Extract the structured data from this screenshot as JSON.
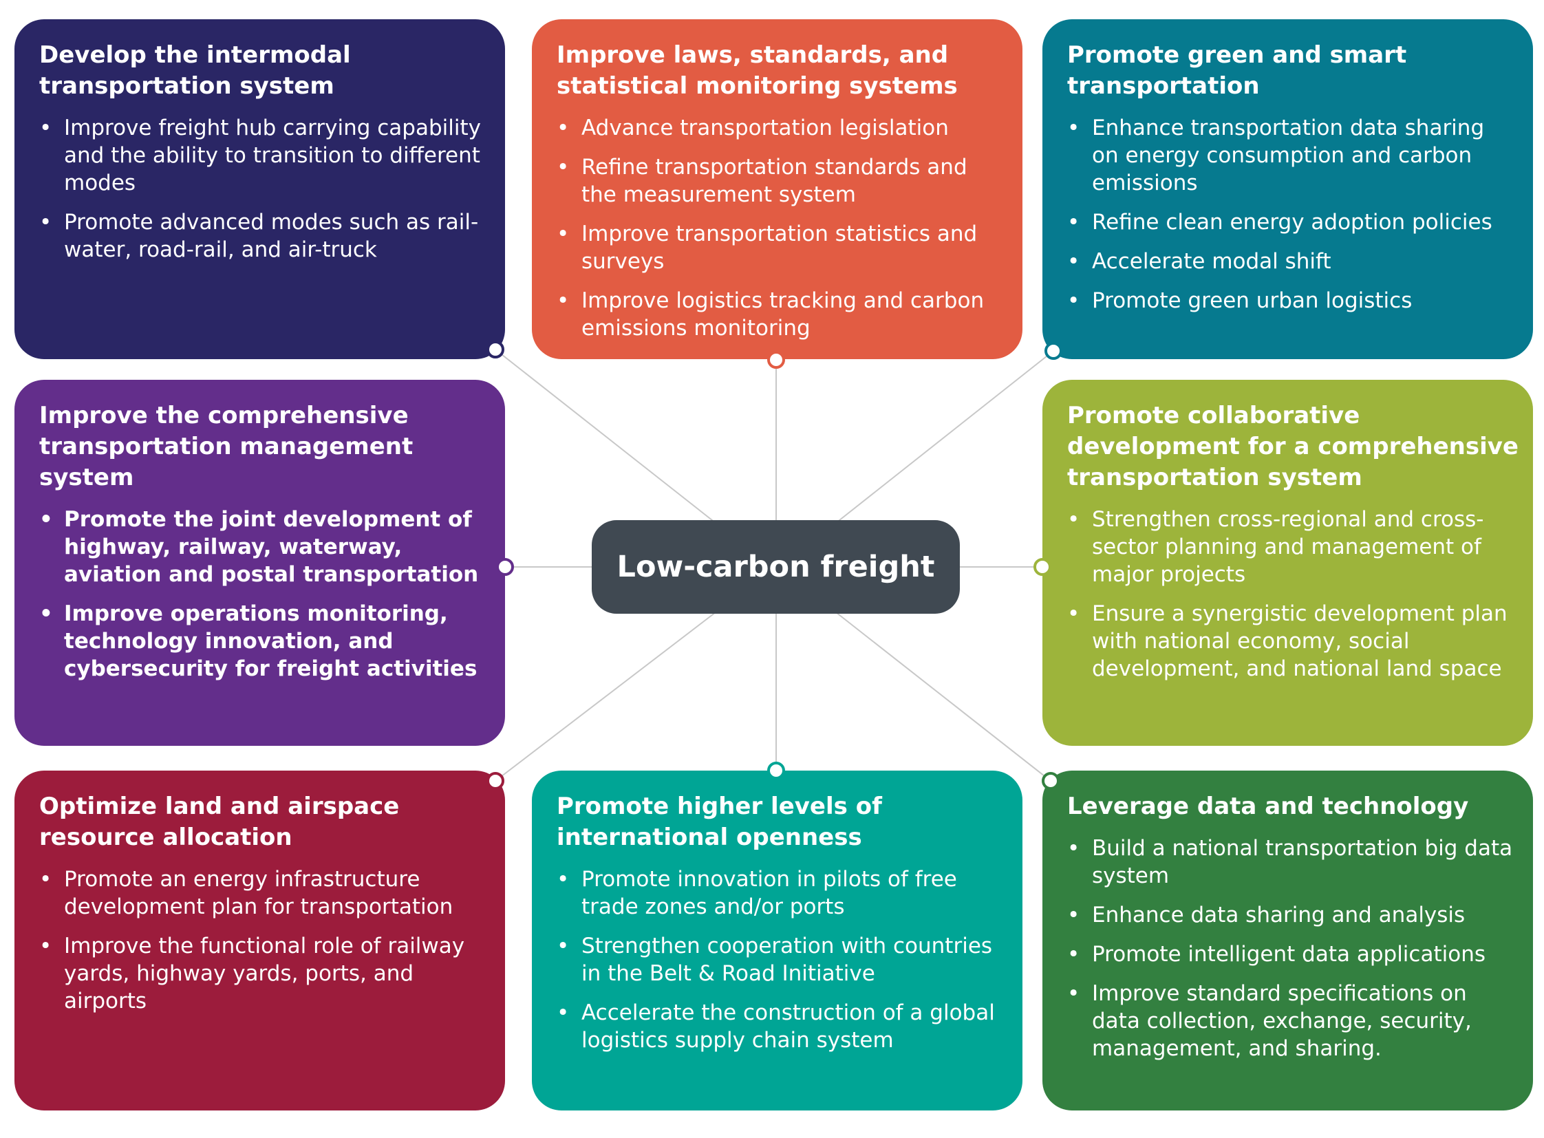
{
  "center": {
    "label": "Low-carbon freight",
    "color": "#404952"
  },
  "boxes": [
    {
      "title": "Develop the intermodal transportation system",
      "color": "#2a2665",
      "bullets": [
        "Improve freight hub carrying capability and the ability to transition to different modes",
        "Promote advanced modes such as rail-water, road-rail, and air-truck"
      ]
    },
    {
      "title": "Improve laws, standards, and statistical monitoring systems",
      "color": "#e25c43",
      "bullets": [
        "Advance transportation legislation",
        "Refine transportation standards and the measurement system",
        "Improve transportation statistics and surveys",
        "Improve logistics tracking and carbon emissions monitoring"
      ]
    },
    {
      "title": "Promote green and smart transportation",
      "color": "#067a8f",
      "bullets": [
        "Enhance transportation data sharing on energy consumption and carbon emissions",
        "Refine clean energy adoption policies",
        "Accelerate modal shift",
        "Promote green urban logistics"
      ]
    },
    {
      "title": "Improve the comprehensive transportation management system",
      "color": "#632e8b",
      "bullets": [
        "Promote the joint development of highway, railway, waterway, aviation and postal transportation",
        "Improve operations monitoring, technology innovation, and cybersecurity for freight activities"
      ]
    },
    {
      "title": "Promote collaborative development for a  comprehensive transportation system",
      "color": "#9db43b",
      "bullets": [
        "Strengthen cross-regional and cross-sector planning and management of major projects",
        "Ensure a synergistic development plan with national economy, social development, and national land space"
      ]
    },
    {
      "title": "Optimize land and airspace resource allocation",
      "color": "#9c1c3c",
      "bullets": [
        "Promote an energy infrastructure development plan for transportation",
        "Improve the functional role of railway yards, highway yards, ports, and airports"
      ]
    },
    {
      "title": "Promote higher levels of international openness",
      "color": "#00a595",
      "bullets": [
        "Promote innovation in pilots of free trade zones and/or ports",
        "Strengthen cooperation with countries in the Belt & Road Initiative",
        "Accelerate the construction of a global logistics supply chain system"
      ]
    },
    {
      "title": "Leverage data and technology",
      "color": "#338040",
      "bullets": [
        "Build a national transportation big data system",
        "Enhance data sharing and analysis",
        "Promote intelligent data applications",
        "Improve standard specifications on data collection, exchange, security, management, and sharing."
      ]
    }
  ]
}
